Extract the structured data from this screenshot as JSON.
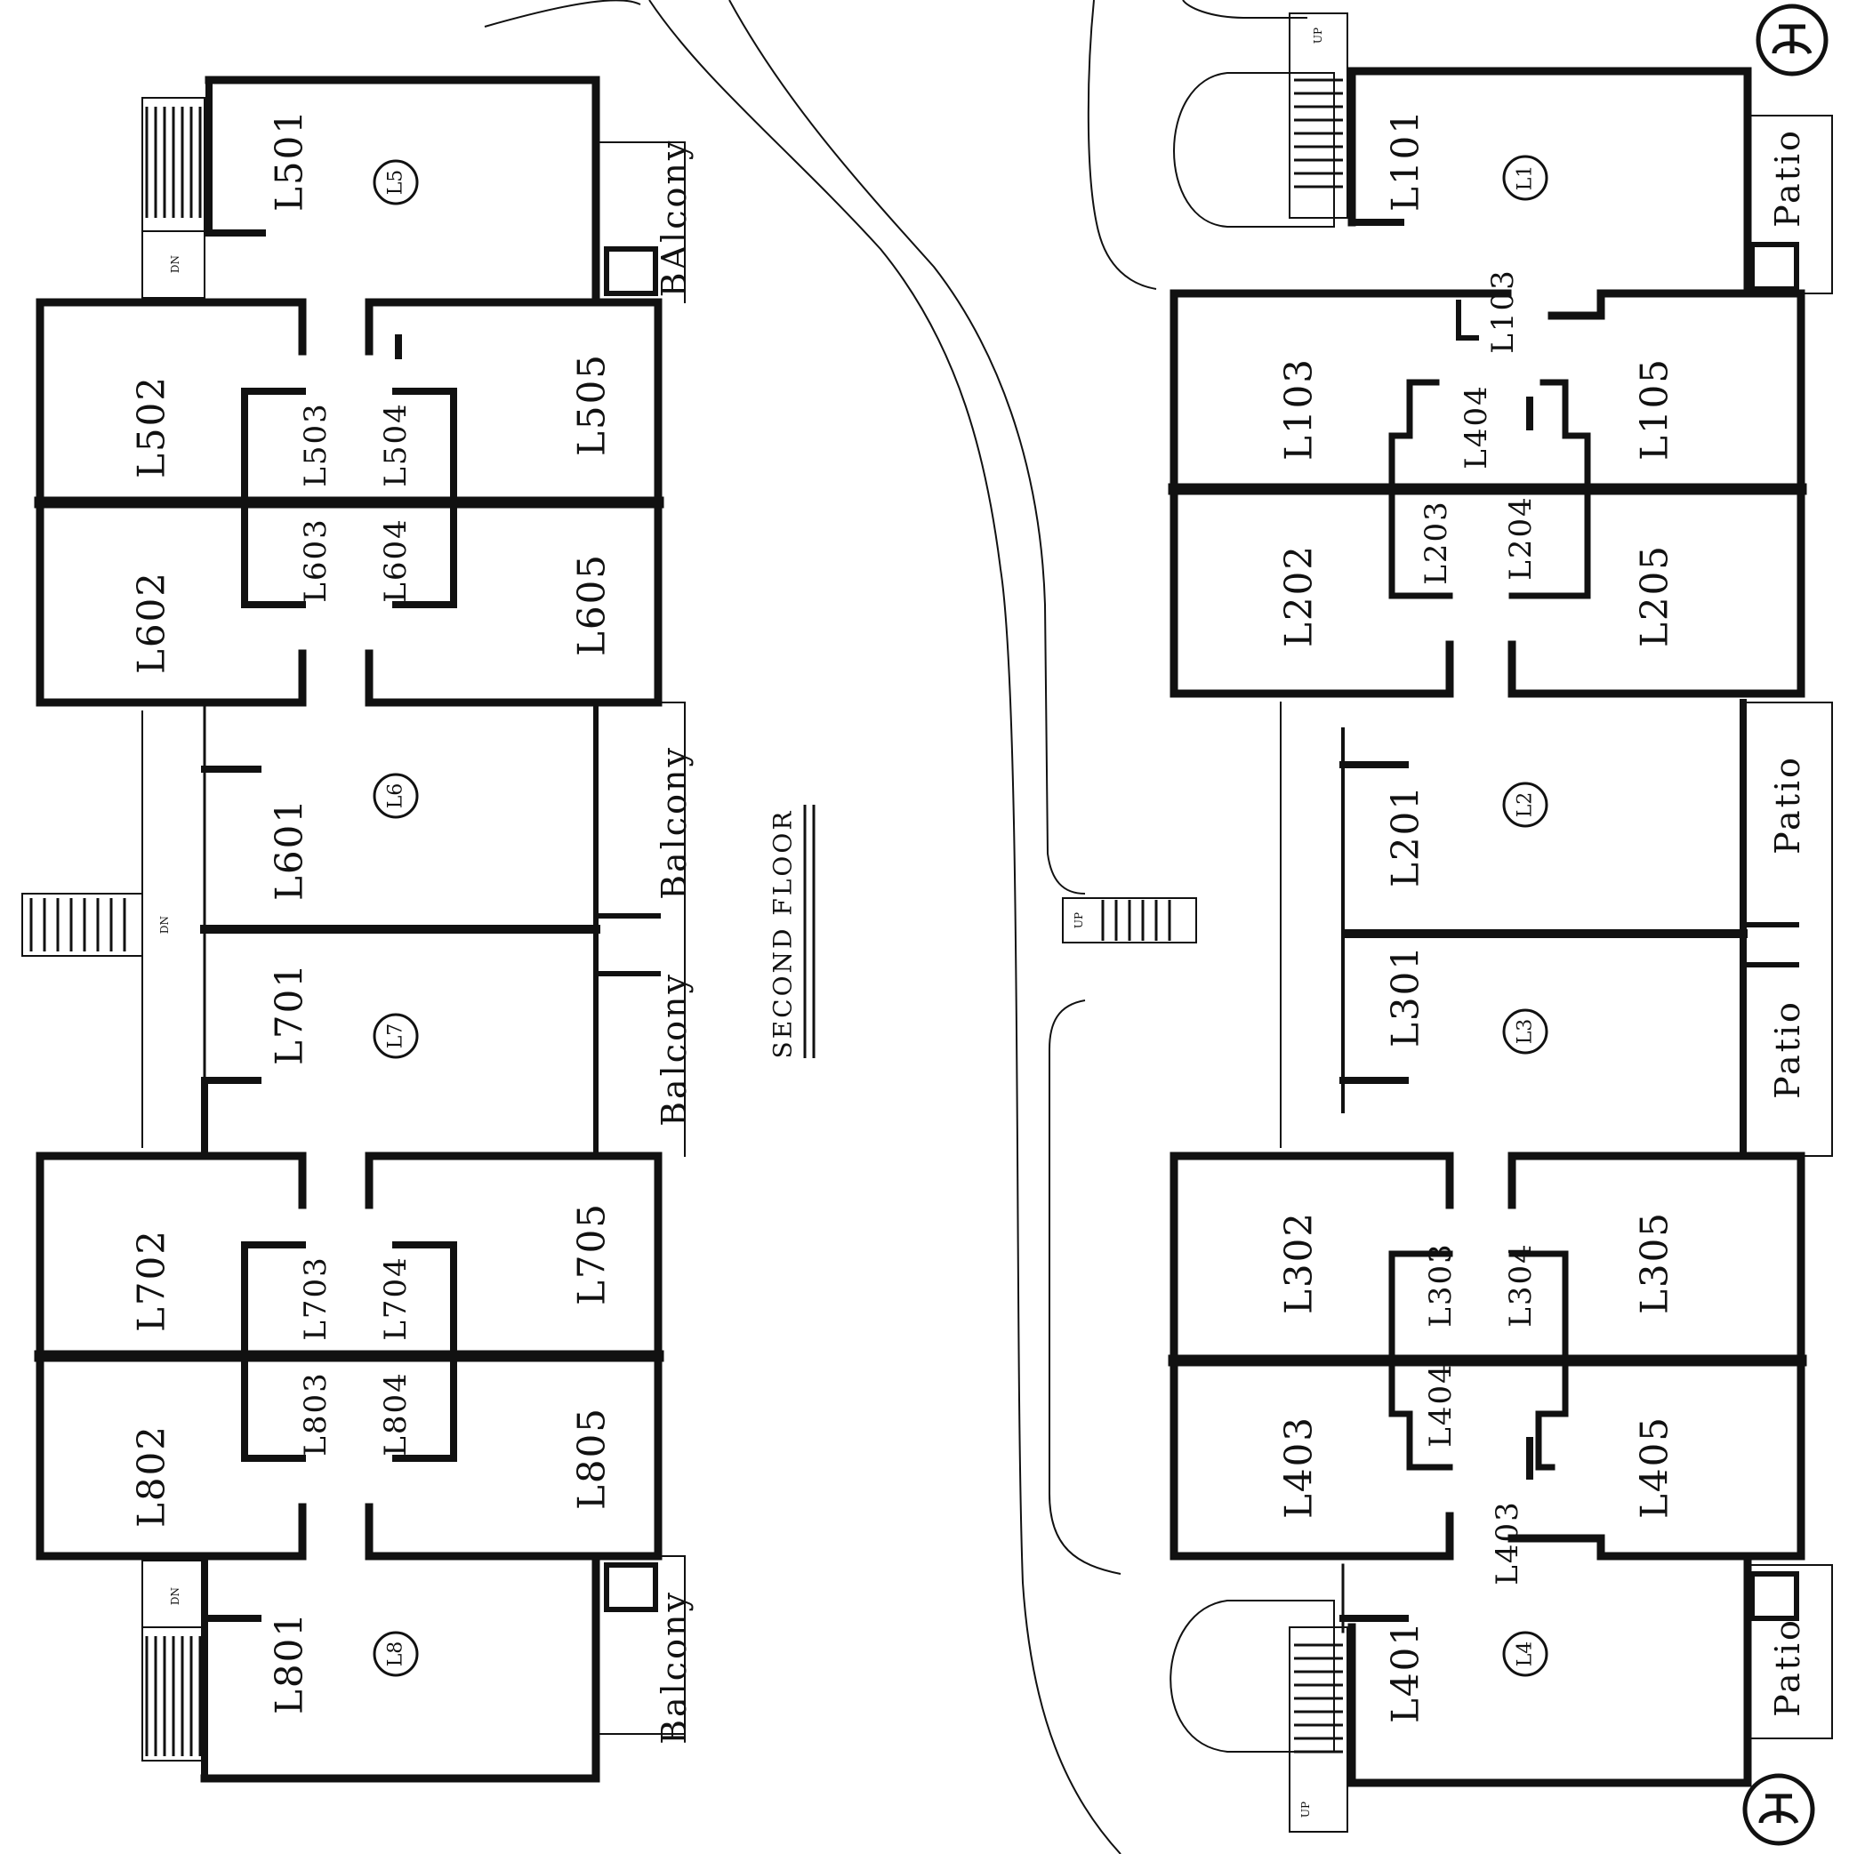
{
  "title": "SECOND FLOOR",
  "markers": {
    "l1": "L1",
    "l2": "L2",
    "l3": "L3",
    "l4": "L4",
    "l5": "L5",
    "l6": "L6",
    "l7": "L7",
    "l8": "L8"
  },
  "units": {
    "l501": "L501",
    "l502": "L502",
    "l503": "L503",
    "l504": "L504",
    "l505": "L505",
    "l602": "L602",
    "l603": "L603",
    "l604": "L604",
    "l605": "L605",
    "l601": "L601",
    "l701": "L701",
    "l702": "L702",
    "l703": "L703",
    "l704": "L704",
    "l705": "L705",
    "l802": "L802",
    "l803": "L803",
    "l804": "L804",
    "l805": "L805",
    "l801": "L801",
    "l101": "L101",
    "l103_hall": "L103",
    "l103": "L103",
    "l404_top": "L404",
    "l105": "L105",
    "l202": "L202",
    "l203": "L203",
    "l204": "L204",
    "l205": "L205",
    "l201": "L201",
    "l301": "L301",
    "l302": "L302",
    "l303": "L303",
    "l304": "L304",
    "l305": "L305",
    "l403": "L403",
    "l404": "L404",
    "l405": "L405",
    "l403_hall": "L403",
    "l401": "L401"
  },
  "outdoor": {
    "balcony_top": "BAlcony",
    "balcony_mid1": "Balcony",
    "balcony_mid2": "Balcony",
    "balcony_bottom": "Balcony",
    "patio_top": "Patio",
    "patio_mid1": "Patio",
    "patio_mid2": "Patio",
    "patio_bottom": "Patio"
  },
  "stairs": {
    "dn1": "DN",
    "dn2": "DN",
    "dn3": "DN",
    "up1": "UP",
    "up2": "UP",
    "up3": "UP"
  }
}
